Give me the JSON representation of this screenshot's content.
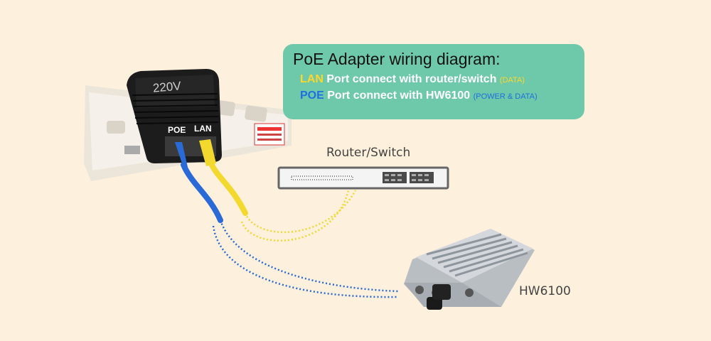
{
  "callout": {
    "title": "PoE Adapter wiring diagram:",
    "line1": {
      "keyword": "LAN",
      "text": " Port connect with router/switch ",
      "note": "(DATA)"
    },
    "line2": {
      "keyword": "POE",
      "text": " Port connect with HW6100 ",
      "note": "(POWER & DATA)"
    }
  },
  "adapter": {
    "voltage_label": "220V",
    "port_poe": "POE",
    "port_lan": "LAN"
  },
  "router": {
    "label": "Router/Switch"
  },
  "device": {
    "label": "HW6100"
  },
  "colors": {
    "lan_cable": "#f3d92e",
    "poe_cable": "#2a6ad6",
    "callout_bg": "#6dc9a9",
    "background": "#fdf0dc"
  }
}
